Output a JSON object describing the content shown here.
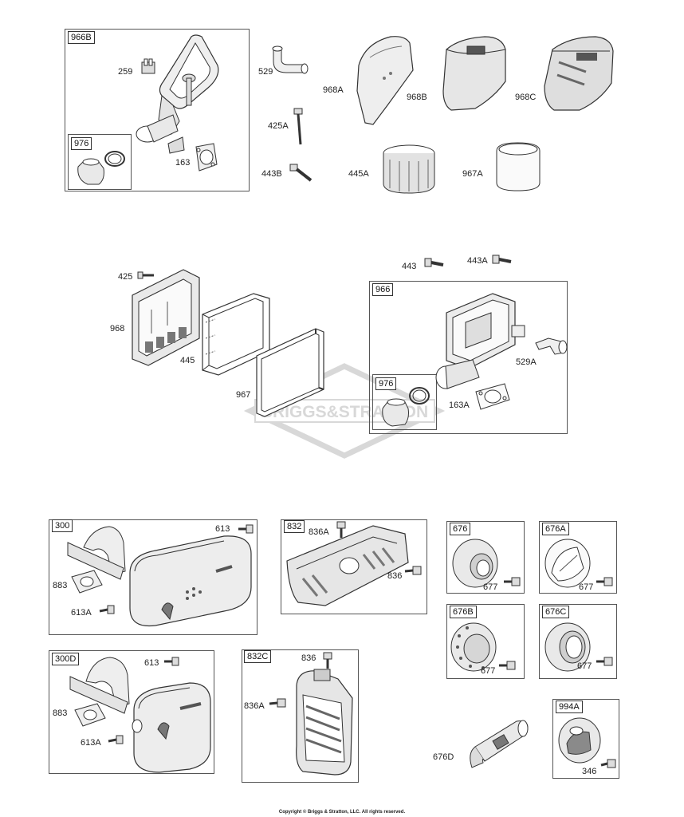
{
  "groups": {
    "g966B": "966B",
    "g976a": "976",
    "g966": "966",
    "g976b": "976",
    "g300": "300",
    "g300D": "300D",
    "g832": "832",
    "g832C": "832C",
    "g676": "676",
    "g676A": "676A",
    "g676B": "676B",
    "g676C": "676C",
    "g994A": "994A"
  },
  "parts": {
    "p259": "259",
    "p163": "163",
    "p529": "529",
    "p425A": "425A",
    "p443B": "443B",
    "p968A": "968A",
    "p968B": "968B",
    "p968C": "968C",
    "p445A": "445A",
    "p967A": "967A",
    "p425": "425",
    "p968": "968",
    "p445": "445",
    "p967": "967",
    "p443": "443",
    "p443A": "443A",
    "p529A": "529A",
    "p163A": "163A",
    "p613": "613",
    "p883": "883",
    "p613A": "613A",
    "p836A": "836A",
    "p836": "836",
    "p677a": "677",
    "p677b": "677",
    "p677c": "677",
    "p677d": "677",
    "p613b": "613",
    "p883b": "883",
    "p613Ab": "613A",
    "p836b": "836",
    "p836Ab": "836A",
    "p676D": "676D",
    "p346": "346"
  },
  "watermark": "BRIGGS&STRATTON",
  "footer": "Copyright © Briggs & Stratton, LLC. All rights reserved.",
  "colors": {
    "line": "#333333",
    "fill": "#e9e9e9",
    "dark": "#8a8a8a",
    "watermark": "#d8d8d8"
  }
}
